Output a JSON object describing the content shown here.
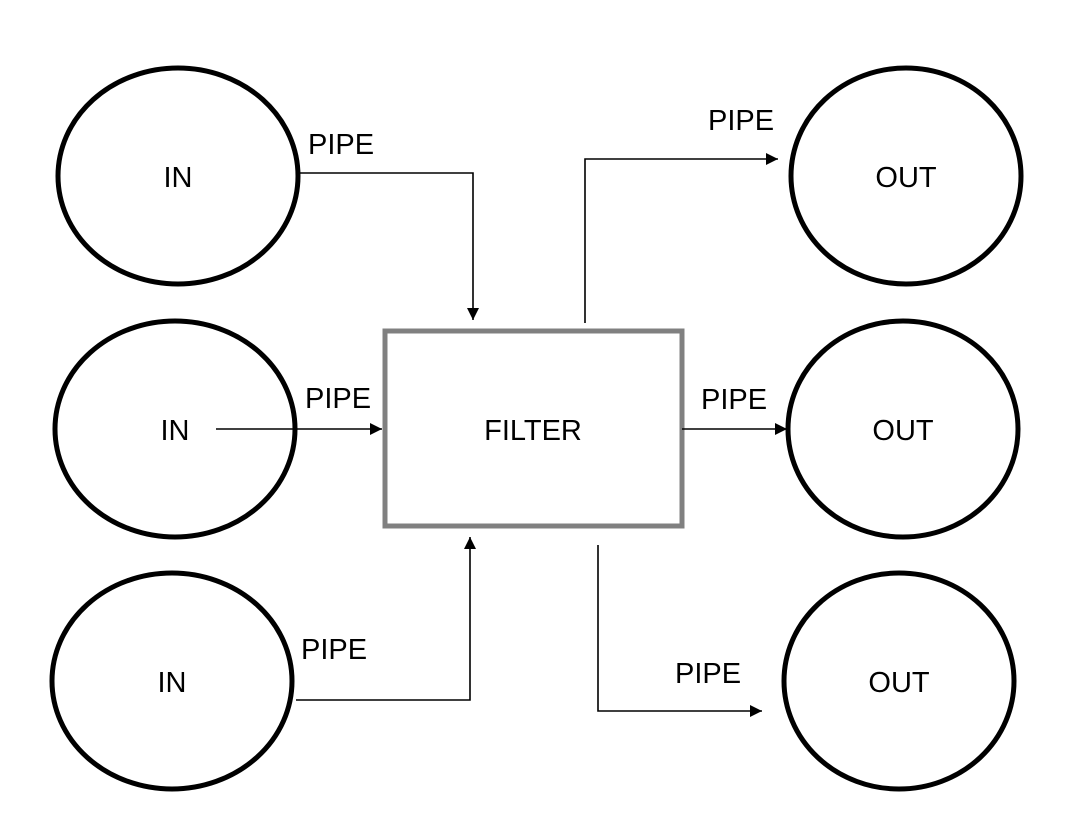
{
  "diagram": {
    "colors": {
      "stroke": "#000000",
      "box_border": "#808080",
      "background": "#ffffff"
    },
    "inputs": [
      {
        "label": "IN"
      },
      {
        "label": "IN"
      },
      {
        "label": "IN"
      }
    ],
    "filter": {
      "label": "FILTER"
    },
    "outputs": [
      {
        "label": "OUT"
      },
      {
        "label": "OUT"
      },
      {
        "label": "OUT"
      }
    ],
    "pipes": [
      {
        "label": "PIPE",
        "from": "input-1",
        "to": "filter"
      },
      {
        "label": "PIPE",
        "from": "input-2",
        "to": "filter"
      },
      {
        "label": "PIPE",
        "from": "input-3",
        "to": "filter"
      },
      {
        "label": "PIPE",
        "from": "filter",
        "to": "output-1"
      },
      {
        "label": "PIPE",
        "from": "filter",
        "to": "output-2"
      },
      {
        "label": "PIPE",
        "from": "filter",
        "to": "output-3"
      }
    ]
  }
}
